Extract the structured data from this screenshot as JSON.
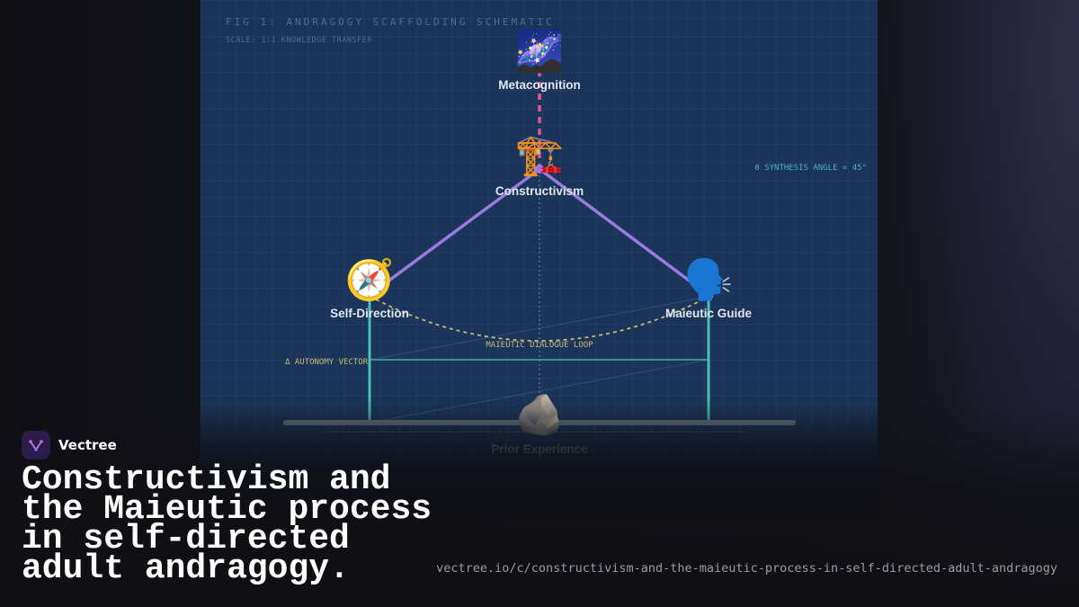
{
  "figure": {
    "title": "FIG 1: ANDRAGOGY SCAFFOLDING SCHEMATIC",
    "subtitle": "SCALE: 1:1 KNOWLEDGE TRANSFER"
  },
  "nodes": {
    "metacognition": {
      "label": "Metacognition",
      "icon": "galaxy-icon",
      "glyph": "🌌"
    },
    "constructivism": {
      "label": "Constructivism",
      "icon": "crane-icon",
      "glyph": "🏗️"
    },
    "self_direction": {
      "label": "Self-Direction",
      "icon": "compass-icon",
      "glyph": "🧭"
    },
    "maieutic_guide": {
      "label": "Maieutic Guide",
      "icon": "speaking-head-icon",
      "glyph": "🗣️"
    },
    "prior_experience": {
      "label": "Prior Experience",
      "icon": "rock-icon",
      "glyph": "🪨"
    }
  },
  "annotations": {
    "synthesis_angle": "θ SYNTHESIS ANGLE = 45°",
    "dialogue_loop": "MAIEUTIC DIALOGUE LOOP",
    "autonomy_vector": "Δ AUTONOMY VECTOR"
  },
  "brand": {
    "name": "Vectree",
    "icon": "vectree-logo-icon"
  },
  "headline": "Constructivism and the Maieutic process in self-directed adult andragogy.",
  "url": "vectree.io/c/constructivism-and-the-maieutic-process-in-self-directed-adult-andragogy",
  "colors": {
    "panel": "#1a3559",
    "truss": "#9a7ae0",
    "pillar": "#4bbfb3",
    "meta_link": "#e0559c",
    "loop": "#c8b877",
    "annotation_teal": "#4fb0c0",
    "annotation_gold": "#c8b877"
  }
}
